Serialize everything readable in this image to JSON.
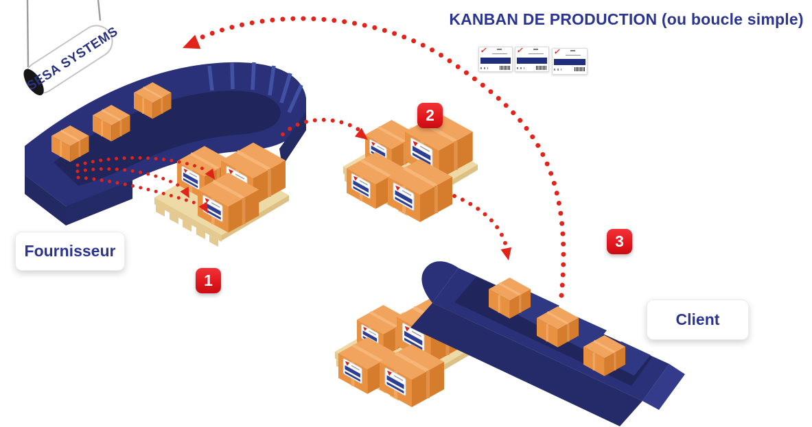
{
  "title": {
    "text": "KANBAN DE PRODUCTION (ou boucle simple)"
  },
  "banner": {
    "text": "SESA SYSTEMS"
  },
  "actors": {
    "supplier": "Fournisseur",
    "client": "Client"
  },
  "steps": [
    "1",
    "2",
    "3"
  ],
  "kanban_cards": {
    "count": 3
  },
  "colors": {
    "accent_red": "#e2231a",
    "conveyor_navy": "#2b3178",
    "belt_dark_navy": "#20265c",
    "text_indigo": "#2b3490",
    "box_orange": "#e89140",
    "box_orange_dark": "#d67d2d",
    "box_orange_light": "#f1a45e",
    "pallet_tan": "#eedaa6",
    "card_bar_navy": "#1e2e7c"
  }
}
